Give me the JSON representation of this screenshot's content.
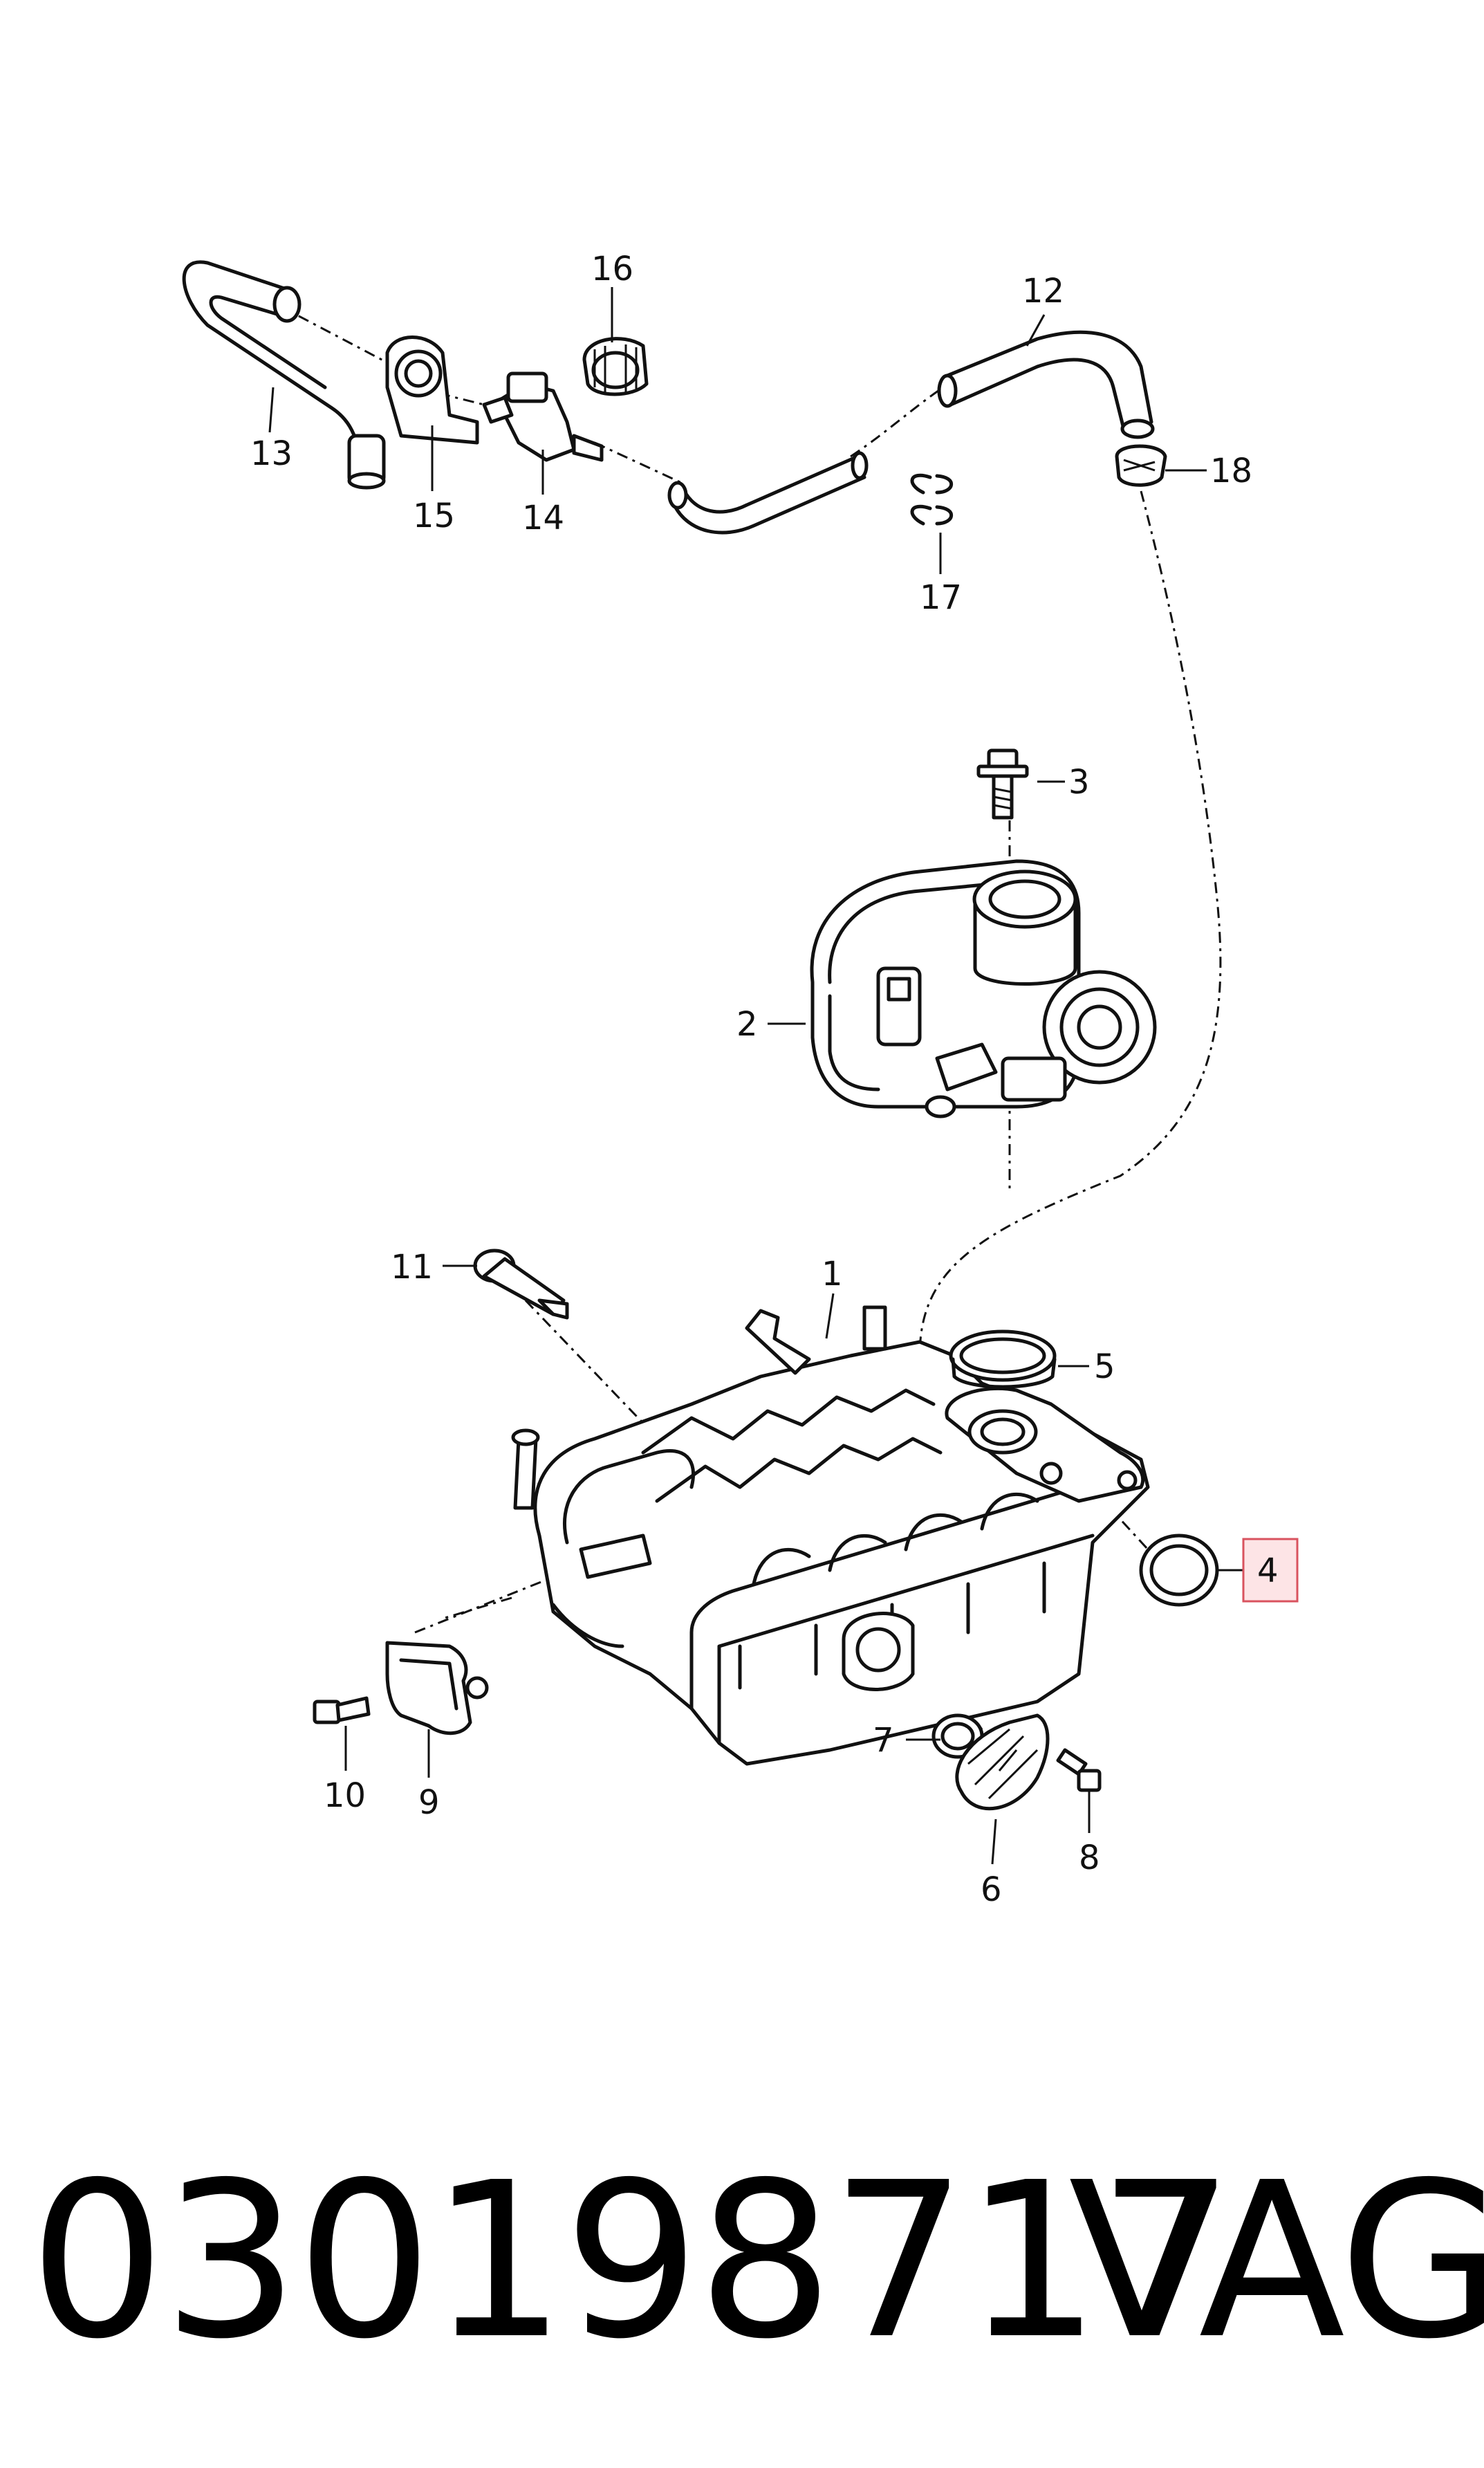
{
  "diagram": {
    "callouts": {
      "c1": "1",
      "c2": "2",
      "c3": "3",
      "c4": "4",
      "c5": "5",
      "c6": "6",
      "c7": "7",
      "c8": "8",
      "c9": "9",
      "c10": "10",
      "c11": "11",
      "c12": "12",
      "c13": "13",
      "c14": "14",
      "c15": "15",
      "c16": "16",
      "c17": "17",
      "c18": "18"
    },
    "highlighted_callout": "4",
    "highlight_color": "#fde4e6",
    "highlight_border_color": "#d9535f"
  },
  "footer": {
    "part_number": "030198717",
    "brand": "VAG"
  }
}
